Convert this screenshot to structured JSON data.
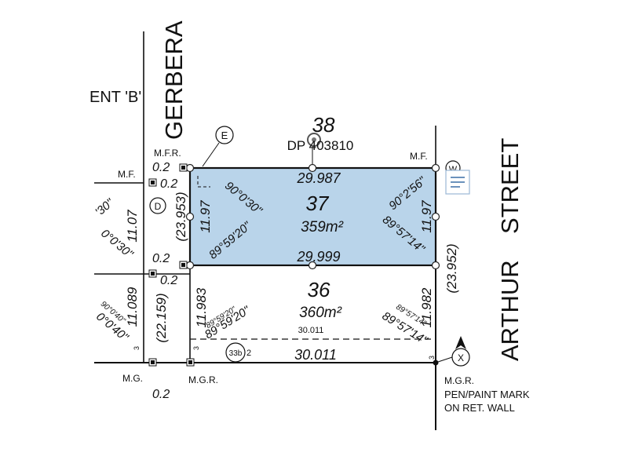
{
  "colors": {
    "selected_lot_fill": "#b9d4ea",
    "line": "#111111",
    "marker_stroke": "#222222"
  },
  "streets": {
    "gerbera": "GERBERA",
    "arthur": "ARTHUR",
    "street": "STREET",
    "easement_fragment": "ENT 'B'"
  },
  "lot_38": {
    "number": "38",
    "plan_ref": "DP 403810"
  },
  "lot_37": {
    "number": "37",
    "area": "359m²",
    "top": "29.987",
    "bottom": "29.999",
    "left": "11.97",
    "right": "11.97",
    "left_bracket": "(23.953)",
    "angle_top_left": "90°0'30\"",
    "angle_bottom_left": "89°59'20\"",
    "angle_top_right": "90°2'56\"",
    "angle_bottom_right": "89°57'14\""
  },
  "lot_36": {
    "number": "36",
    "area": "360m²",
    "top_small": "30.011",
    "bottom": "30.011",
    "left": "11.983",
    "right": "11.982",
    "right_bracket": "(23.952)",
    "angle_left_small": "89°59'20\"",
    "angle_left": "89°59'20\"",
    "angle_right_small": "89°57'14\"",
    "angle_right": "89°57'14\""
  },
  "left_lot": {
    "dim_upper": "11.07",
    "dim_lower": "11.089",
    "bracket": "(22.159)",
    "angle_a": "'30\"",
    "angle_b": "0°0'30\"",
    "angle_c_small": "90°0'40\"",
    "angle_c": "0°0'40\""
  },
  "marks": {
    "mfr": "M.F.R.",
    "mf_left": "M.F.",
    "mf_right": "M.F.",
    "mg": "M.G.",
    "mgr": "M.G.R.",
    "pen_line1": "M.G.R.",
    "pen_line2": "PEN/PAINT MARK",
    "pen_line3": "ON RET. WALL",
    "offset_1": "0.2",
    "offset_2": "0.2",
    "offset_3": "0.2",
    "offset_4": "0.2",
    "offset_5": "0.2",
    "three_a": "3",
    "three_b": "3",
    "two": "2",
    "three_c": "3"
  },
  "circles": {
    "e": "E",
    "d": "D",
    "w": "W",
    "x": "X",
    "lot33b": "33b"
  }
}
